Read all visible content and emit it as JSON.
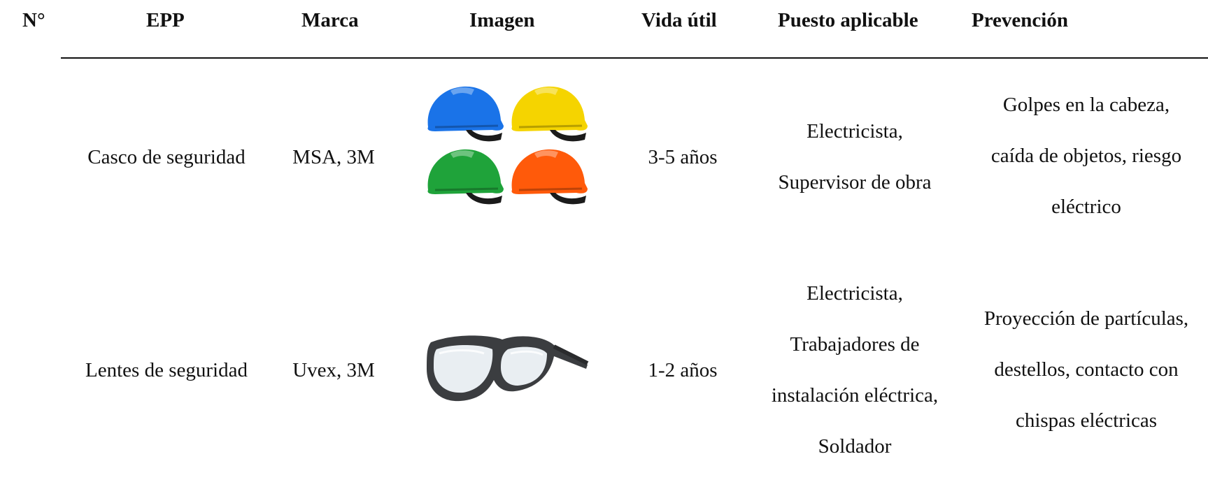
{
  "headers": {
    "num": "N°",
    "epp": "EPP",
    "marca": "Marca",
    "imagen": "Imagen",
    "vida": "Vida útil",
    "puesto": "Puesto aplicable",
    "prevencion": "Prevención"
  },
  "rows": [
    {
      "epp": "Casco de seguridad",
      "marca": "MSA, 3M",
      "imagen_icon": "helmets-icon",
      "helmet_colors": [
        "#1a73e8",
        "#f5d400",
        "#1fa33a",
        "#ff5a0a"
      ],
      "vida": "3-5 años",
      "puesto": [
        "Electricista,",
        "Supervisor de obra"
      ],
      "prevencion": [
        "Golpes en la cabeza,",
        "caída de objetos, riesgo",
        "eléctrico"
      ]
    },
    {
      "epp": "Lentes de seguridad",
      "marca": "Uvex, 3M",
      "imagen_icon": "safety-glasses-icon",
      "vida": "1-2 años",
      "puesto": [
        "Electricista,",
        "Trabajadores de",
        "instalación eléctrica,",
        "Soldador"
      ],
      "prevencion": [
        "Proyección de partículas,",
        "destellos, contacto con",
        "chispas eléctricas"
      ]
    }
  ]
}
